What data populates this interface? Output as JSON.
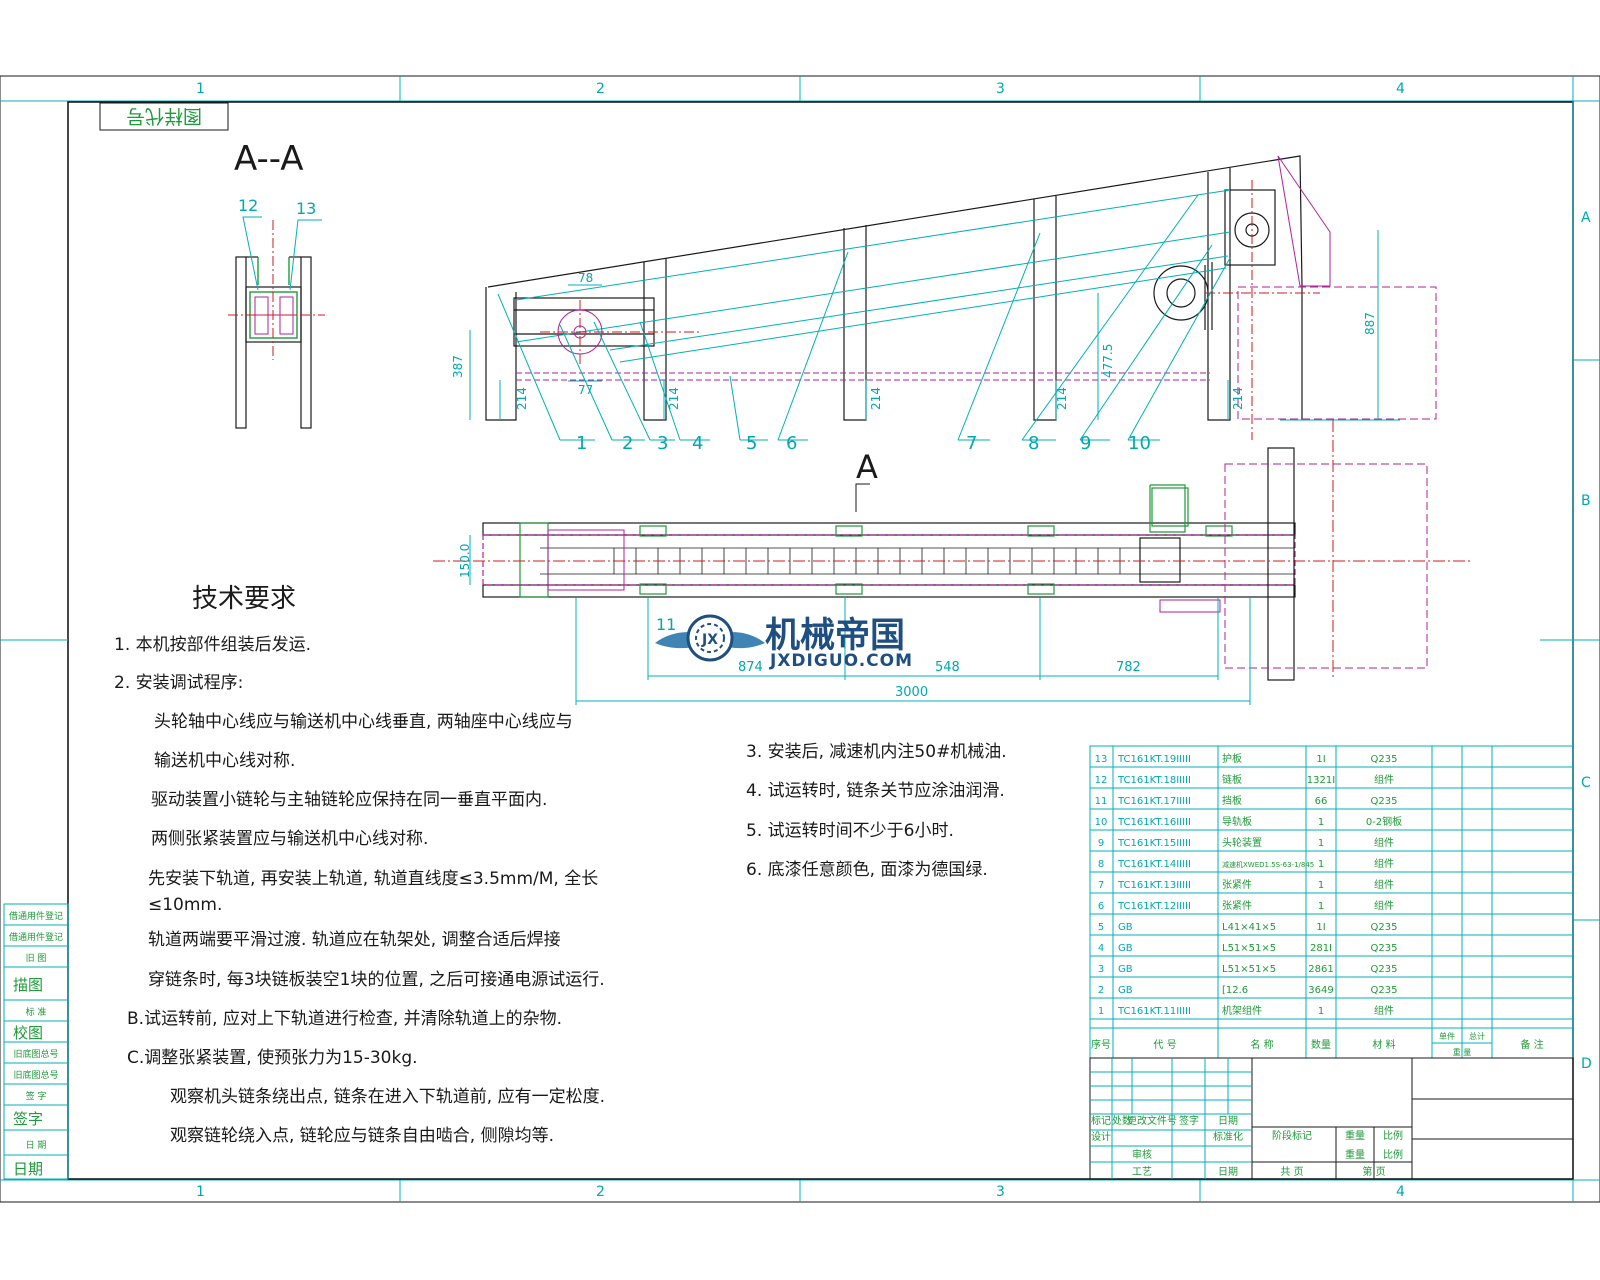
{
  "colors": {
    "outline": "#1a1a1a",
    "dimension": "#00b0b8",
    "green": "#1f9a3a",
    "magenta": "#b0229a",
    "red": "#d01818",
    "pink": "#e8a0d0"
  },
  "grid": {
    "cols": [
      "1",
      "2",
      "3",
      "4"
    ],
    "rows": [
      "A",
      "B",
      "C",
      "D"
    ]
  },
  "corner_label": "图样代号",
  "section_view": {
    "title": "A--A",
    "callouts": [
      "12",
      "13"
    ]
  },
  "side_view": {
    "dims": [
      "78",
      "77",
      "387",
      "214",
      "214",
      "214",
      "214",
      "214",
      "477.5",
      "887"
    ],
    "callouts": [
      "1",
      "2",
      "3",
      "4",
      "5",
      "6",
      "7",
      "8",
      "9",
      "10"
    ]
  },
  "plan_view": {
    "section_mark": "A",
    "dims": [
      "150.0",
      "874",
      "548",
      "782",
      "3000"
    ],
    "callouts": [
      "11"
    ]
  },
  "watermark": {
    "brand": "机械帝国",
    "site": "JXDIGUO.COM",
    "emblem": "JX"
  },
  "tech": {
    "title": "技术要求",
    "lines": [
      "1.    本机按部件组装后发运.",
      "2.    安装调试程序:",
      "头轮轴中心线应与输送机中心线垂直, 两轴座中心线应与",
      "输送机中心线对称.",
      "驱动装置小链轮与主轴链轮应保持在同一垂直平面内.",
      "两侧张紧装置应与输送机中心线对称.",
      "先安装下轨道, 再安装上轨道, 轨道直线度≤3.5mm/M, 全长",
      "≤10mm.",
      "轨道两端要平滑过渡. 轨道应在轨架处, 调整合适后焊接",
      "穿链条时, 每3块链板装空1块的位置, 之后可接通电源试运行.",
      "B.试运转前, 应对上下轨道进行检查, 并清除轨道上的杂物.",
      "C.调整张紧装置, 使预张力为15-30kg.",
      "观察机头链条绕出点, 链条在进入下轨道前, 应有一定松度.",
      "观察链轮绕入点, 链轮应与链条自由啮合, 侧隙均等."
    ],
    "lines_right": [
      "3.    安装后, 减速机内注50#机械油.",
      "4.    试运转时, 链条关节应涂油润滑.",
      "5.    试运转时间不少于6小时.",
      "6.    底漆任意颜色, 面漆为德国绿."
    ]
  },
  "bom": {
    "headers": [
      "序号",
      "代    号",
      "名    称",
      "数量",
      "材    料",
      "单件",
      "总计",
      "备    注"
    ],
    "mass_label": "重    量",
    "rows": [
      [
        "13",
        "TC161KT.19IIIII",
        "护板",
        "1I",
        "Q235",
        "",
        "",
        ""
      ],
      [
        "12",
        "TC161KT.18IIIII",
        "链板",
        "1321I",
        "组件",
        "",
        "",
        ""
      ],
      [
        "11",
        "TC161KT.17IIIII",
        "挡板",
        "66",
        "Q235",
        "",
        "",
        ""
      ],
      [
        "10",
        "TC161KT.16IIIII",
        "导轨板",
        "1",
        "0-2钢板",
        "",
        "",
        ""
      ],
      [
        "9",
        "TC161KT.15IIIII",
        "头轮装置",
        "1",
        "组件",
        "",
        "",
        ""
      ],
      [
        "8",
        "TC161KT.14IIIII",
        "减速机XWED1.5S-63-1/845",
        "1",
        "组件",
        "",
        "",
        ""
      ],
      [
        "7",
        "TC161KT.13IIIII",
        "张紧件",
        "1",
        "组件",
        "",
        "",
        ""
      ],
      [
        "6",
        "TC161KT.12IIIII",
        "张紧件",
        "1",
        "组件",
        "",
        "",
        ""
      ],
      [
        "5",
        "GB",
        "L41×41×5",
        "1I",
        "Q235",
        "",
        "",
        ""
      ],
      [
        "4",
        "GB",
        "L51×51×5",
        "281I",
        "Q235",
        "",
        "",
        ""
      ],
      [
        "3",
        "GB",
        "L51×51×5",
        "2861",
        "Q235",
        "",
        "",
        ""
      ],
      [
        "2",
        "GB",
        "[12.6",
        "3649",
        "Q235",
        "",
        "",
        ""
      ],
      [
        "1",
        "TC161KT.11IIIII",
        "机架组件",
        "1",
        "组件",
        "",
        "",
        ""
      ]
    ]
  },
  "title_block": {
    "row1": [
      "标记",
      "处数",
      "更改文件号",
      "签字",
      "日期"
    ],
    "row2": [
      "设计",
      "",
      "标准化"
    ],
    "row3": [
      "审核",
      "",
      "工艺",
      "日期"
    ],
    "stage_label": "阶段标记",
    "weight_label": "重量",
    "scale_label": "比例",
    "weight_value": "重量",
    "scale_value": "比例",
    "sheet_left": "共    页",
    "sheet_right": "第    页"
  },
  "left_strip": [
    "借通用件登记",
    "借通用件登记",
    "旧    图",
    "描图",
    "标    准",
    "校图",
    "旧底图总号",
    "旧底图总号",
    "签    字",
    "签字",
    "日    期",
    "日期"
  ]
}
